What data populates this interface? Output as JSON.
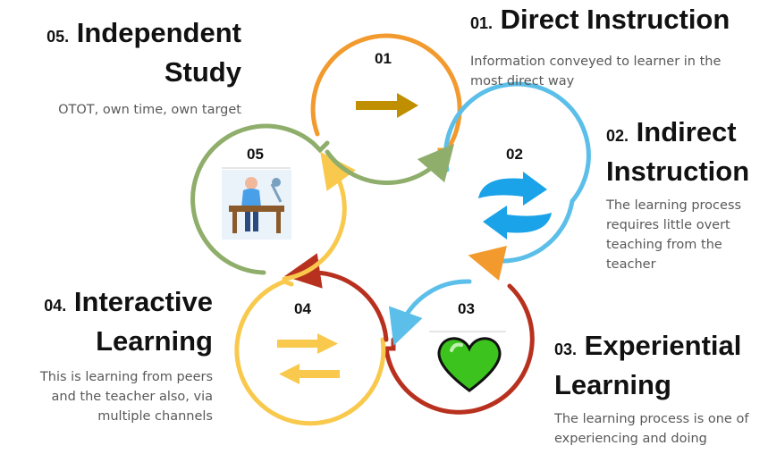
{
  "steps": [
    {
      "num": "01",
      "number_prefix": "01.",
      "title": "Direct Instruction",
      "description": "Information conveyed to learner in the most direct way",
      "color": "#f29a2e",
      "icon": "arrow-right-icon"
    },
    {
      "num": "02",
      "number_prefix": "02.",
      "title_line1": "Indirect",
      "title_line2": "Instruction",
      "description": "The learning process requires little overt teaching from the teacher",
      "color": "#5bbfe9",
      "icon": "refresh-cycle-icon"
    },
    {
      "num": "03",
      "number_prefix": "03.",
      "title_line1": "Experiential",
      "title_line2": "Learning",
      "description": "The learning process is one of experiencing and doing",
      "color": "#b8311f",
      "icon": "green-heart-icon"
    },
    {
      "num": "04",
      "number_prefix": "04.",
      "title_line1": "Interactive",
      "title_line2": "Learning",
      "description": "This is learning from peers and the teacher also, via multiple channels",
      "color": "#f8c94c",
      "icon": "exchange-arrows-icon"
    },
    {
      "num": "05",
      "number_prefix": "05.",
      "title_line1": "Independent",
      "title_line2": "Study",
      "description": "OTOT, own time, own target",
      "color": "#8fae6b",
      "icon": "student-at-desk-icon"
    }
  ]
}
